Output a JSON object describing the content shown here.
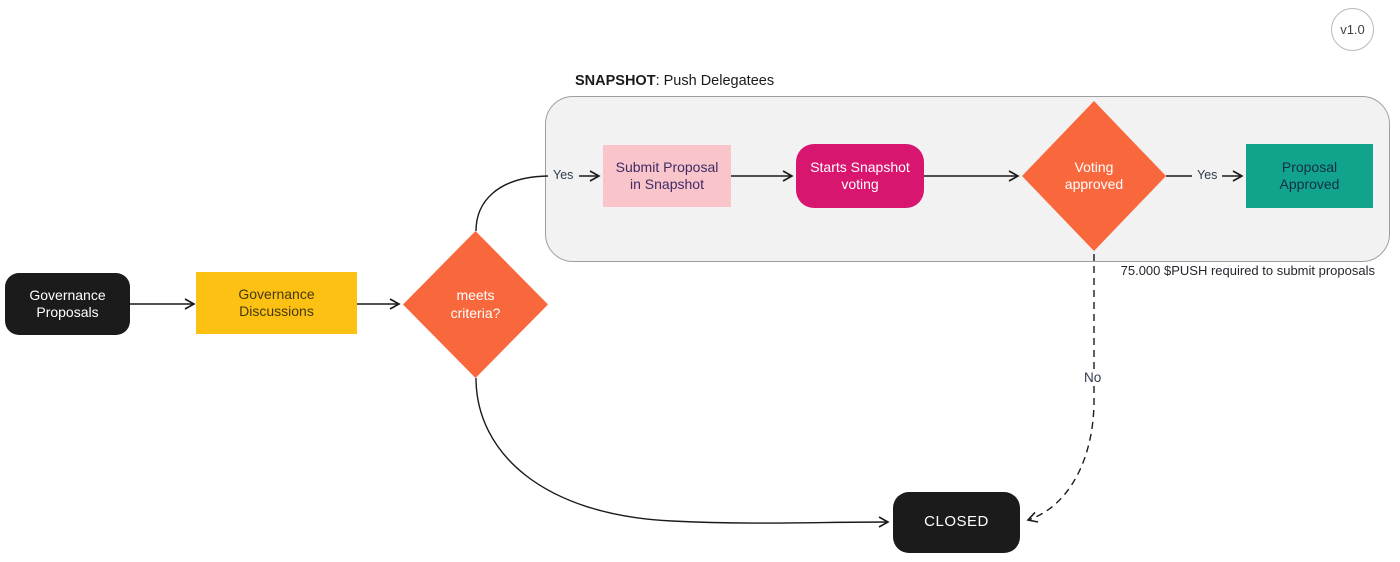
{
  "badge": {
    "version": "v1.0"
  },
  "snapshot_group": {
    "title_bold": "SNAPSHOT",
    "title_rest": ": Push Delegatees",
    "footnote": "75.000 $PUSH required to submit proposals"
  },
  "nodes": {
    "governance_proposals": "Governance Proposals",
    "governance_discussions": "Governance Discussions",
    "meets_criteria": "meets criteria?",
    "submit_proposal": "Submit Proposal in Snapshot",
    "starts_voting": "Starts Snapshot voting",
    "voting_approved": "Voting approved",
    "proposal_approved": "Proposal Approved",
    "closed": "CLOSED"
  },
  "edge_labels": {
    "meets_criteria_yes": "Yes",
    "voting_approved_yes": "Yes",
    "voting_approved_no": "No"
  },
  "colors": {
    "black_node": "#1b1b1b",
    "yellow_node": "#fcc113",
    "orange_node": "#f9683d",
    "pink_node": "#fac4cb",
    "magenta_node": "#d8156f",
    "teal_node": "#11a38c",
    "group_fill": "#f2f2f2",
    "group_border": "#9e9e9e",
    "edge": "#1a1a1a"
  }
}
